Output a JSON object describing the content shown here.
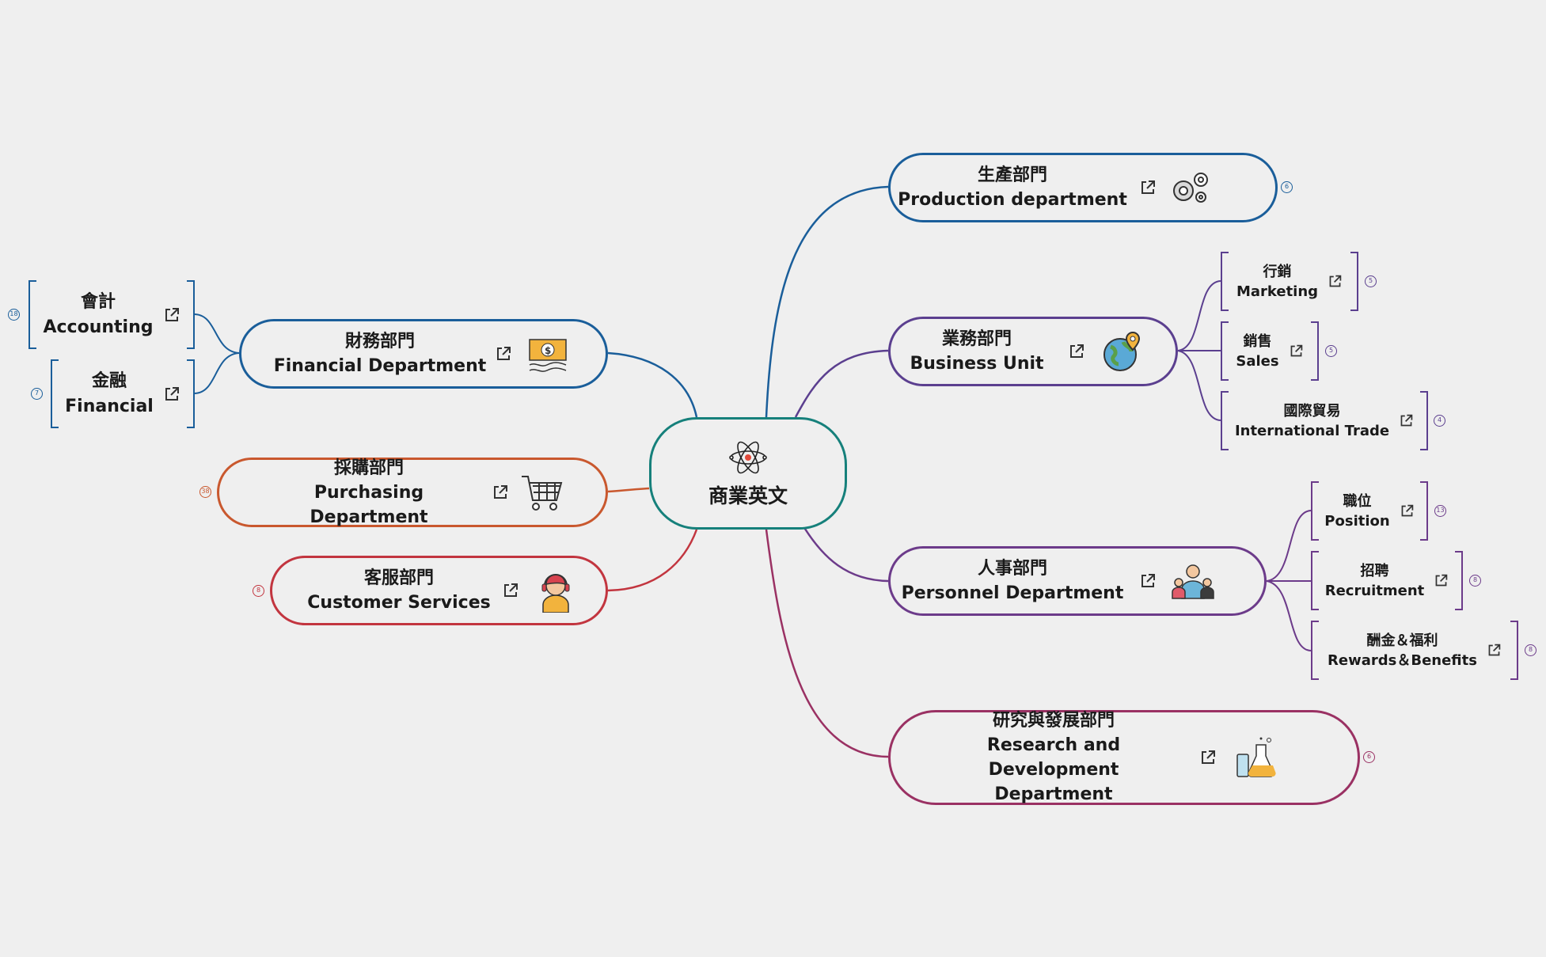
{
  "colors": {
    "center": "#16807b",
    "production": "#1a5e9a",
    "business": "#5b3f8f",
    "personnel": "#6c3b8a",
    "research": "#9a3163",
    "financial": "#1a5e9a",
    "purchasing": "#c9582e",
    "customer": "#c2353f"
  },
  "center": {
    "title": "商業英文",
    "icon": "atom-icon"
  },
  "branches": {
    "production": {
      "zh": "生產部門",
      "en": "Production department",
      "badge": "6",
      "icon": "gears-icon"
    },
    "business": {
      "zh": "業務部門",
      "en": "Business Unit",
      "icon": "globe-pin-icon"
    },
    "personnel": {
      "zh": "人事部門",
      "en": "Personnel Department",
      "icon": "people-icon"
    },
    "research": {
      "zh": "研究與發展部門",
      "en1": "Research and Development",
      "en2": "Department",
      "badge": "6",
      "icon": "flask-icon"
    },
    "financial": {
      "zh": "財務部門",
      "en": "Financial Department",
      "icon": "money-icon"
    },
    "purchasing": {
      "zh": "採購部門",
      "en": "Purchasing Department",
      "badge": "38",
      "icon": "cart-icon"
    },
    "customer": {
      "zh": "客服部門",
      "en": "Customer Services",
      "badge": "8",
      "icon": "support-agent-icon"
    }
  },
  "subtopics": {
    "marketing": {
      "zh": "行銷",
      "en": "Marketing",
      "badge": "5"
    },
    "sales": {
      "zh": "銷售",
      "en": "Sales",
      "badge": "5"
    },
    "trade": {
      "zh": "國際貿易",
      "en": "International Trade",
      "badge": "4"
    },
    "position": {
      "zh": "職位",
      "en": "Position",
      "badge": "13"
    },
    "recruitment": {
      "zh": "招聘",
      "en": "Recruitment",
      "badge": "8"
    },
    "rewards": {
      "zh": "酬金＆福利",
      "en": "Rewards＆Benefits",
      "badge": "8"
    },
    "accounting": {
      "zh": "會計",
      "en": "Accounting",
      "badge": "18"
    },
    "financial": {
      "zh": "金融",
      "en": "Financial",
      "badge": "7"
    }
  }
}
